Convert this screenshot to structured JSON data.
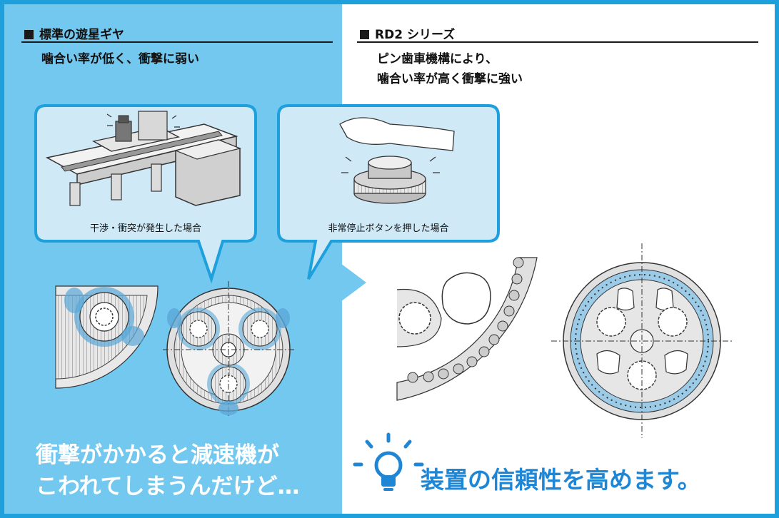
{
  "left": {
    "header": "標準の遊星ギヤ",
    "subtitle": "噛合い率が低く、衝撃に弱い",
    "bubble1_caption": "干渉・衝突が発生した場合",
    "bubble2_caption": "非常停止ボタンを押した場合",
    "big_text_line1": "衝撃がかかると減速機が",
    "big_text_line2": "こわれてしまうんだけど…"
  },
  "right": {
    "header": "RD2 シリーズ",
    "subtitle_line1": "ピン歯車機構により、",
    "subtitle_line2": "噛合い率が高く衝撃に強い",
    "tagline": "装置の信頼性を高めます。"
  },
  "colors": {
    "frame": "#1ea0dc",
    "left_bg": "#73c8f0",
    "bubble_bg": "#cfe9f7",
    "tagline": "#1e86d4",
    "highlight": "#5aa8d8"
  },
  "icons": [
    "lightbulb-icon"
  ]
}
